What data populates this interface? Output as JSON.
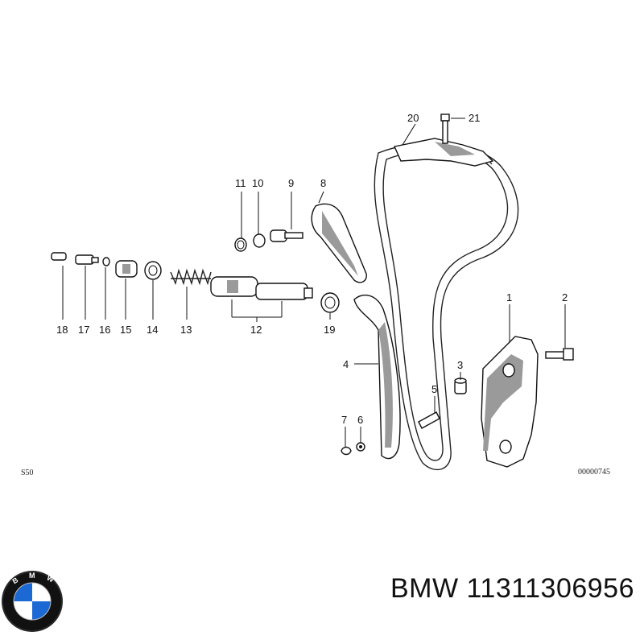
{
  "callouts": {
    "c1": "1",
    "c2": "2",
    "c3": "3",
    "c4": "4",
    "c5": "5",
    "c6": "6",
    "c7": "7",
    "c8": "8",
    "c9": "9",
    "c10": "10",
    "c11": "11",
    "c12": "12",
    "c13": "13",
    "c14": "14",
    "c15": "15",
    "c16": "16",
    "c17": "17",
    "c18": "18",
    "c19": "19",
    "c20": "20",
    "c21": "21"
  },
  "engine_code": "S50",
  "diagram_number": "00000745",
  "logo": {
    "brand_letters": "BMW",
    "colors": {
      "blue": "#1c69d4",
      "black": "#111111",
      "white": "#ffffff"
    }
  },
  "brand": "BMW",
  "part_number": "11311306956"
}
